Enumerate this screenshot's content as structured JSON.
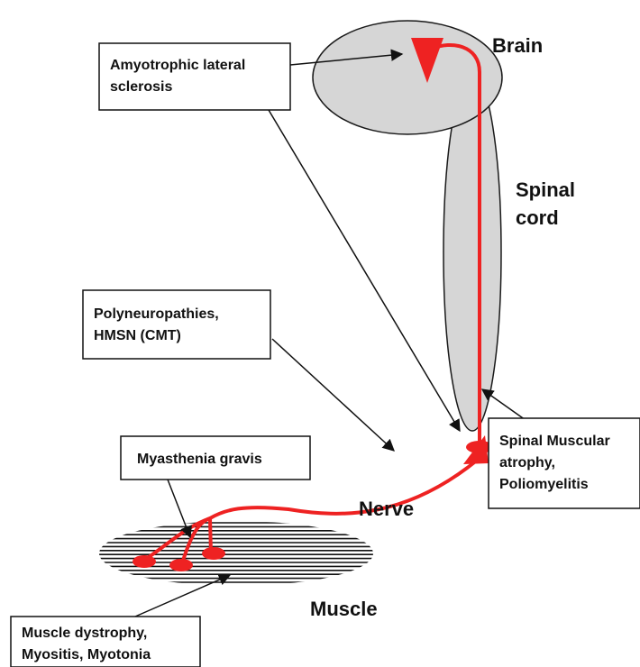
{
  "colors": {
    "organ_fill": "#d6d6d6",
    "outline": "#1a1a1a",
    "neuron": "#ee2222",
    "background": "#ffffff"
  },
  "organs": {
    "brain": "Brain",
    "spinal_cord_line1": "Spinal",
    "spinal_cord_line2": "cord",
    "nerve": "Nerve",
    "muscle": "Muscle"
  },
  "disease_boxes": {
    "als": [
      "Amyotrophic lateral",
      "sclerosis"
    ],
    "polyneuropathies": [
      "Polyneuropathies,",
      "HMSN (CMT)"
    ],
    "myasthenia": [
      "Myasthenia gravis"
    ],
    "sma": [
      "Spinal Muscular",
      "atrophy,",
      "Poliomyelitis"
    ],
    "muscle_disease": [
      "Muscle dystrophy,",
      "Myositis, Myotonia"
    ]
  }
}
